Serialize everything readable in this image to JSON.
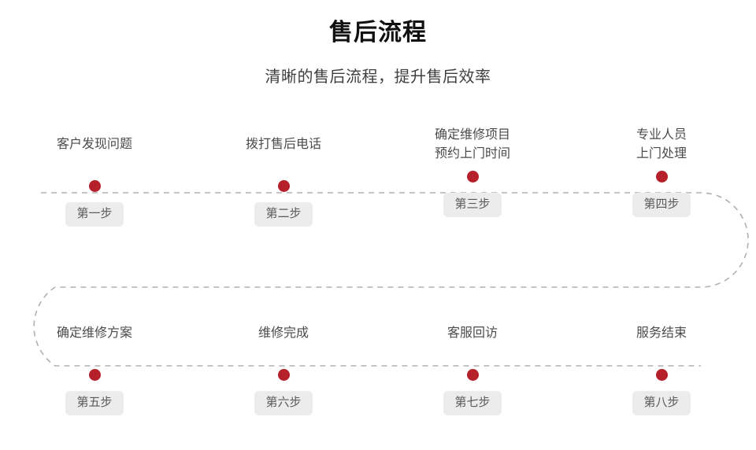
{
  "header": {
    "title": "售后流程",
    "subtitle": "清晰的售后流程，提升售后效率"
  },
  "theme": {
    "dot_color": "#b5202a",
    "line_color": "#b0b0b0",
    "badge_bg": "#ececec",
    "badge_text": "#5a5a5a",
    "title_color": "#111111",
    "label_color": "#4b4b4b",
    "background": "#ffffff"
  },
  "flow": {
    "row_one": [
      {
        "label": "客户发现问题",
        "badge": "第一步",
        "lines": 1
      },
      {
        "label": "拨打售后电话",
        "badge": "第二步",
        "lines": 1
      },
      {
        "label": "确定维修项目\n预约上门时间",
        "badge": "第三步",
        "lines": 2
      },
      {
        "label": "专业人员\n上门处理",
        "badge": "第四步",
        "lines": 2
      }
    ],
    "row_two": [
      {
        "label": "确定维修方案",
        "badge": "第五步",
        "lines": 1
      },
      {
        "label": "维修完成",
        "badge": "第六步",
        "lines": 1
      },
      {
        "label": "客服回访",
        "badge": "第七步",
        "lines": 1
      },
      {
        "label": "服务结束",
        "badge": "第八步",
        "lines": 1
      }
    ]
  }
}
